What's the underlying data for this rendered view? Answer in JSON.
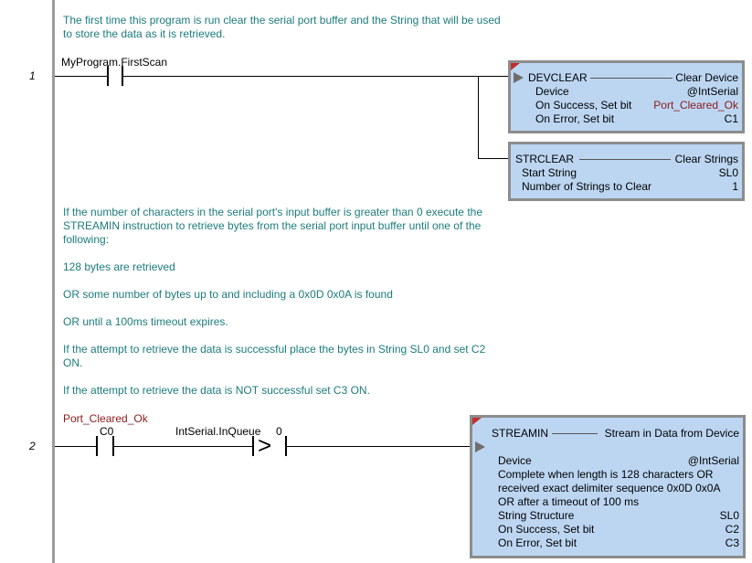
{
  "rung1": {
    "number": "1",
    "comment": [
      "The first time this program is run clear the serial port buffer and the String that will be used",
      "to store the data as it is retrieved."
    ],
    "contact_label": "MyProgram.FirstScan",
    "devclear": {
      "mnemonic": "DEVCLEAR",
      "title": "Clear Device",
      "rows": [
        {
          "label": "Device",
          "value": "@IntSerial"
        },
        {
          "label": "On Success, Set bit",
          "value": "Port_Cleared_Ok"
        },
        {
          "label": "On Error, Set bit",
          "value": "C1"
        }
      ]
    },
    "strclear": {
      "mnemonic": "STRCLEAR",
      "title": "Clear Strings",
      "rows": [
        {
          "label": "Start String",
          "value": "SL0"
        },
        {
          "label": "Number of Strings to Clear",
          "value": "1"
        }
      ]
    }
  },
  "rung2": {
    "number": "2",
    "comment": [
      "If the number of characters in the serial port's input buffer is greater than 0 execute the",
      "STREAMIN instruction to retrieve bytes from the serial port input buffer until one of the",
      "following:",
      "",
      "128 bytes are retrieved",
      "",
      "OR some number of bytes up to and including a 0x0D 0x0A is found",
      "",
      "OR until a 100ms timeout expires.",
      "",
      "If the attempt to retrieve the data is successful place the bytes in String SL0 and set C2",
      "ON.",
      "",
      "If the attempt to retrieve the data is NOT successful set C3 ON."
    ],
    "contact_tag": "Port_Cleared_Ok",
    "contact_label": "C0",
    "compare_left": "IntSerial.InQueue",
    "compare_right": "0",
    "compare_op": ">",
    "streamin": {
      "mnemonic": "STREAMIN",
      "title": "Stream in Data from Device",
      "device_label": "Device",
      "device_value": "@IntSerial",
      "complete_lines": [
        "Complete when length is 128 characters OR",
        "received exact delimiter sequence 0x0D 0x0A",
        "OR after a timeout of 100 ms"
      ],
      "rows": [
        {
          "label": "String Structure",
          "value": "SL0"
        },
        {
          "label": "On Success, Set bit",
          "value": "C2"
        },
        {
          "label": "On Error, Set bit",
          "value": "C3"
        }
      ]
    }
  }
}
